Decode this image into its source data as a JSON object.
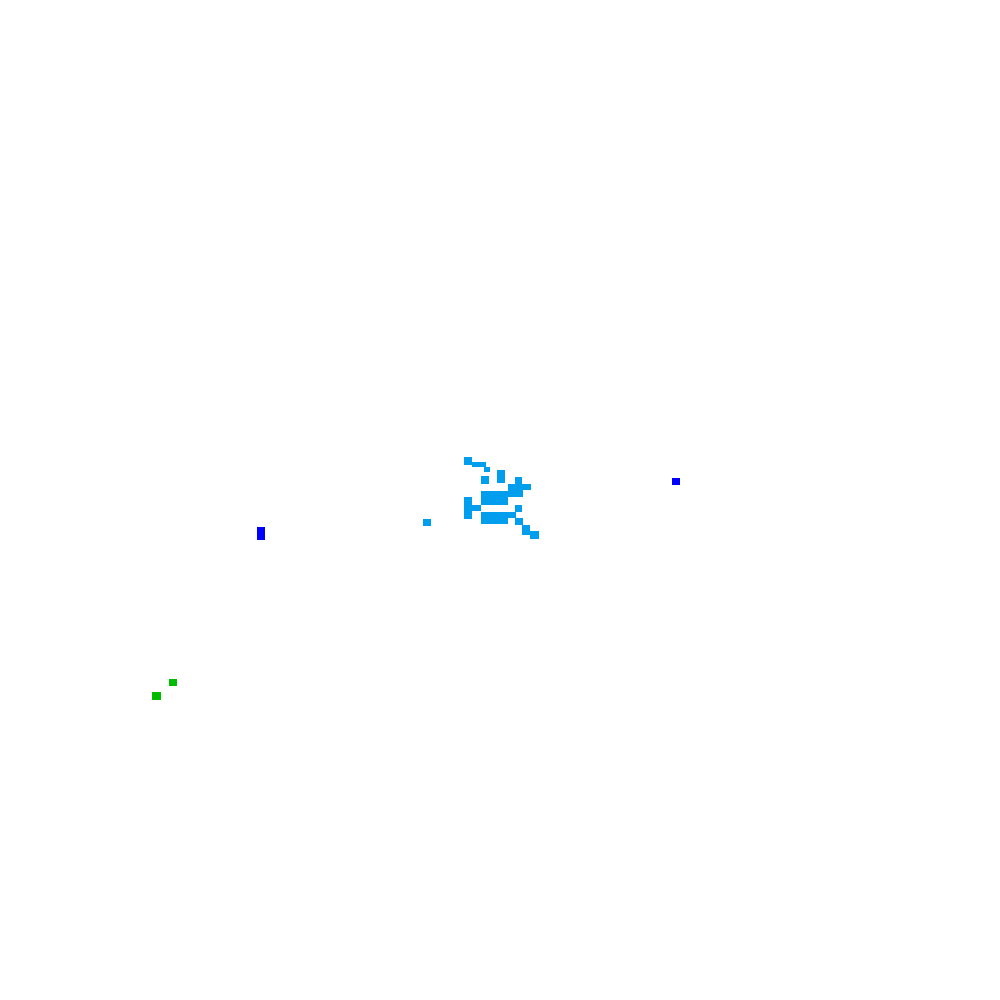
{
  "board": {
    "background": "#ffffff"
  },
  "colors": {
    "player": "#009eec",
    "bullet": "#009eec",
    "enemy": "#0000ff",
    "pickup": "#00bb00"
  },
  "entities": {
    "player": {
      "icon": "pixel-bug-ship-sprite",
      "state": "active"
    },
    "bullets": [
      {
        "icon": "bullet-pixel"
      }
    ],
    "enemies": [
      {
        "icon": "enemy-pixel"
      },
      {
        "icon": "enemy-pixel"
      }
    ],
    "pickups": [
      {
        "icon": "pickup-pixel"
      },
      {
        "icon": "pickup-pixel"
      }
    ]
  }
}
